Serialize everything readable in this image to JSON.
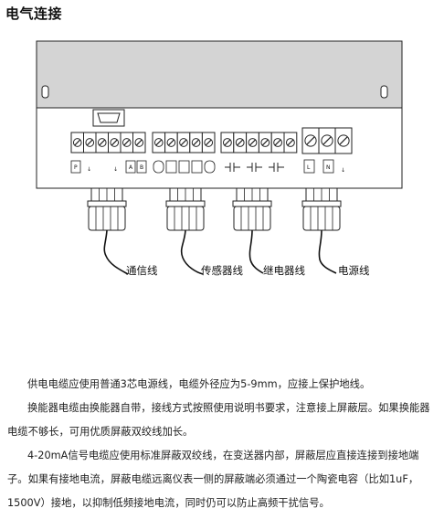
{
  "title": "电气连接",
  "cables": {
    "comm": "通信线",
    "sensor": "传感器线",
    "relay": "继电器线",
    "power": "电源线"
  },
  "terminal_marks": {
    "comm": [
      "P",
      "↓",
      "↓",
      "A",
      "B"
    ],
    "power": [
      "L",
      "N",
      "↓"
    ]
  },
  "paragraphs": [
    "供电电缆应使用普通3芯电源线，电缆外径应为5-9mm，应接上保护地线。",
    "换能器电缆由换能器自带，接线方式按照使用说明书要求，注意接上屏蔽层。如果换能器电缆不够长，可用优质屏蔽双绞线加长。",
    "4-20mA信号电缆应使用标准屏蔽双绞线，在变送器内部，屏蔽层应直接连接到接地端子。如果有接地电流，屏蔽电缆远离仪表一侧的屏蔽端必须通过一个陶瓷电容（比如1uF，1500V）接地，以抑制低频接地电流，同时仍可以防止高频干扰信号。"
  ]
}
